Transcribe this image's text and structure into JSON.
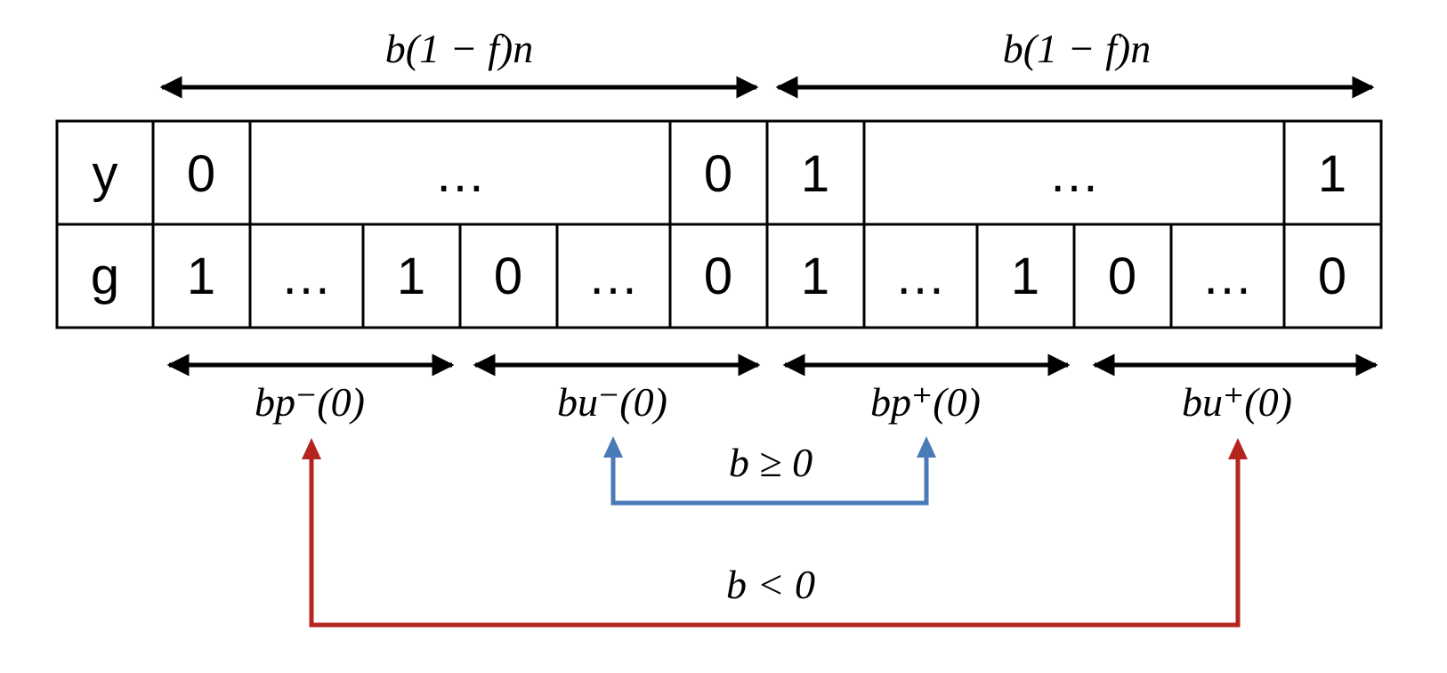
{
  "colors": {
    "ink": "#000000",
    "blue_arrow": "#4a7ab8",
    "red_arrow": "#b3251e"
  },
  "top_braces": {
    "left_label": "b(1 − f)n",
    "right_label": "b(1 − f)n"
  },
  "table": {
    "row_y": {
      "header": "y",
      "cells": [
        "0",
        "…",
        "0",
        "1",
        "…",
        "1"
      ]
    },
    "row_g": {
      "header": "g",
      "cells": [
        "1",
        "…",
        "1",
        "0",
        "…",
        "0",
        "1",
        "…",
        "1",
        "0",
        "…",
        "0"
      ]
    }
  },
  "bottom_braces": {
    "p_minus": "bp⁻(0)",
    "u_minus": "bu⁻(0)",
    "p_plus": "bp⁺(0)",
    "u_plus": "bu⁺(0)"
  },
  "connectors": {
    "blue_label": "b ≥ 0",
    "red_label": "b < 0"
  }
}
